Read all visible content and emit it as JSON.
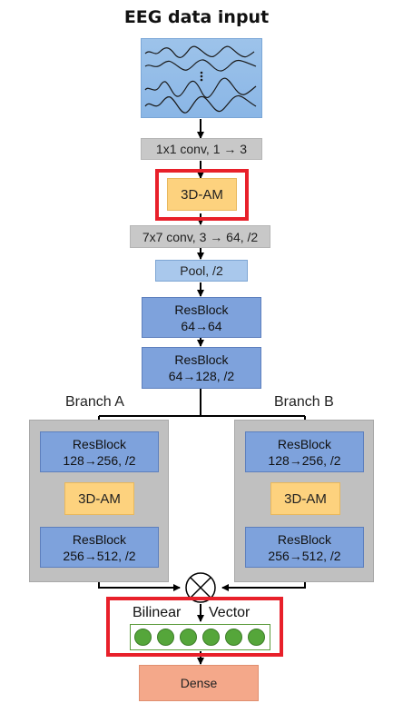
{
  "title": "EEG data input",
  "layers": {
    "conv1x1": "1x1 conv, 1 → 3",
    "attention_top": "3D-AM",
    "conv7x7": "7x7 conv, 3 → 64, /2",
    "pool": "Pool, /2",
    "resblock1_name": "ResBlock",
    "resblock1_dims": "64→64",
    "resblock2_name": "ResBlock",
    "resblock2_dims": "64→128, /2"
  },
  "branch_a": {
    "label": "Branch A",
    "res1_name": "ResBlock",
    "res1_dims": "128→256, /2",
    "attention": "3D-AM",
    "res2_name": "ResBlock",
    "res2_dims": "256→512, /2"
  },
  "branch_b": {
    "label": "Branch B",
    "res1_name": "ResBlock",
    "res1_dims": "128→256, /2",
    "attention": "3D-AM",
    "res2_name": "ResBlock",
    "res2_dims": "256→512, /2"
  },
  "fusion": {
    "operator_icon": "circled-times-icon",
    "left_label": "Bilinear",
    "right_label": "Vector",
    "vector_nodes": 6
  },
  "output": "Dense",
  "colors": {
    "highlight": "#e8202a",
    "attention": "#fdd27e",
    "resblock": "#7ea2dc",
    "dense": "#f4a88a",
    "vector_node": "#55a63a"
  }
}
